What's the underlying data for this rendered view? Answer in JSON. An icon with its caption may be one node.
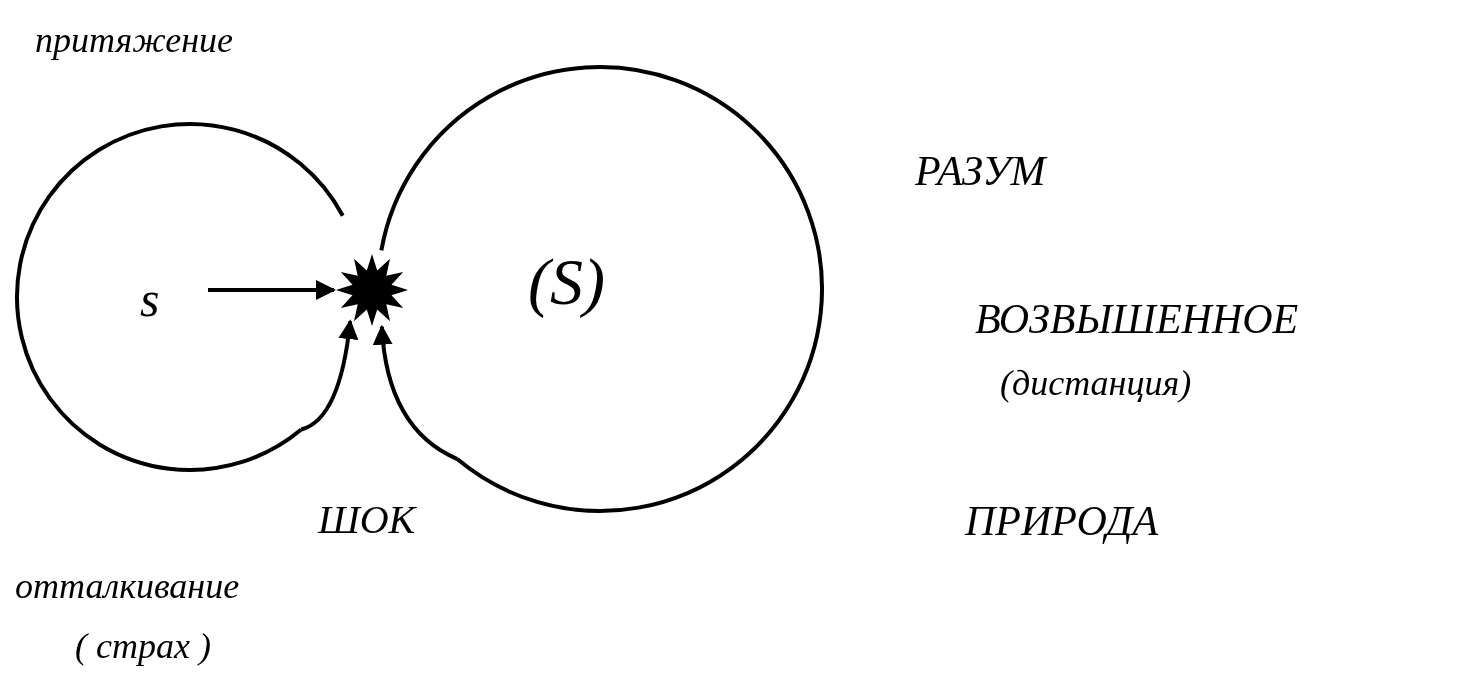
{
  "diagram": {
    "nodes": [
      {
        "text": [
          "s"
        ]
      },
      {
        "text": [
          "(S)"
        ]
      },
      {
        "text": [],
        "shape": "star"
      }
    ],
    "edges": [
      {
        "from": 0,
        "to": 2,
        "arrow": "to"
      },
      {
        "from": 0,
        "to": 2,
        "arrow": "to"
      },
      {
        "from": 1,
        "to": 2,
        "arrow": "to"
      }
    ],
    "labels": [
      "притяжение",
      "РАЗУМ",
      "ВОЗВЫШЕННОЕ",
      "(дистанция)",
      "ШОК",
      "ПРИРОДА",
      "отталкивание",
      "( страх )"
    ]
  }
}
